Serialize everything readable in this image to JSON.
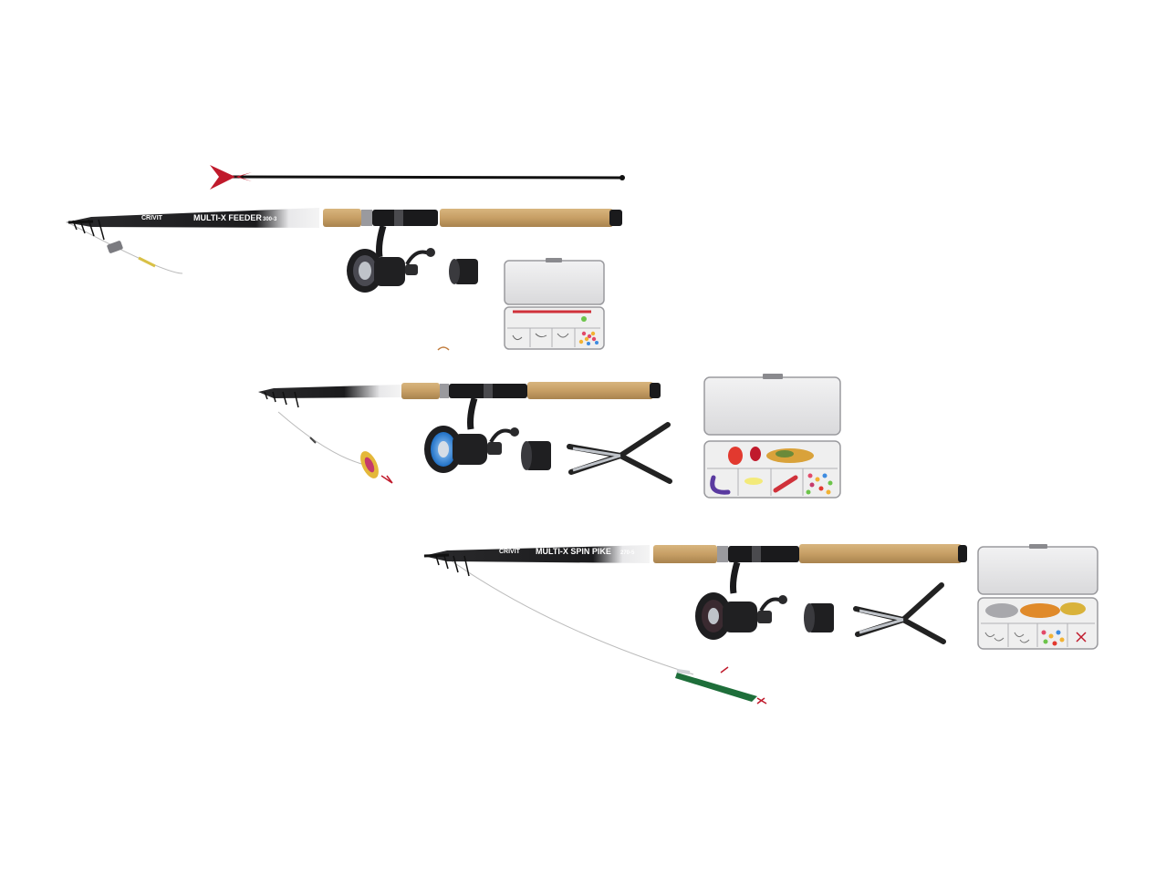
{
  "product_photo": {
    "sets": [
      {
        "id": "set-1",
        "brand_label": "CRIVIT",
        "model_label": "MULTI-X FEEDER",
        "size_label": "300-3",
        "reel_spool_color": "#4a4a52",
        "has_pliers": false,
        "has_rod_rest": true
      },
      {
        "id": "set-2",
        "brand_label": "",
        "model_label": "",
        "size_label": "",
        "reel_spool_color": "#2f7fd0",
        "has_pliers": true,
        "has_rod_rest": false
      },
      {
        "id": "set-3",
        "brand_label": "CRIVIT",
        "model_label": "MULTI-X SPIN PIKE",
        "size_label": "270-5",
        "reel_spool_color": "#3a2a30",
        "has_pliers": true,
        "has_rod_rest": false
      }
    ],
    "colors": {
      "blank": "#1c1c1e",
      "cork": "#c9a46c",
      "cork_dark": "#a8834e",
      "reel": "#202022",
      "rod_rest": "#c01a2c",
      "tackle_box": "#d6d6d8"
    }
  }
}
